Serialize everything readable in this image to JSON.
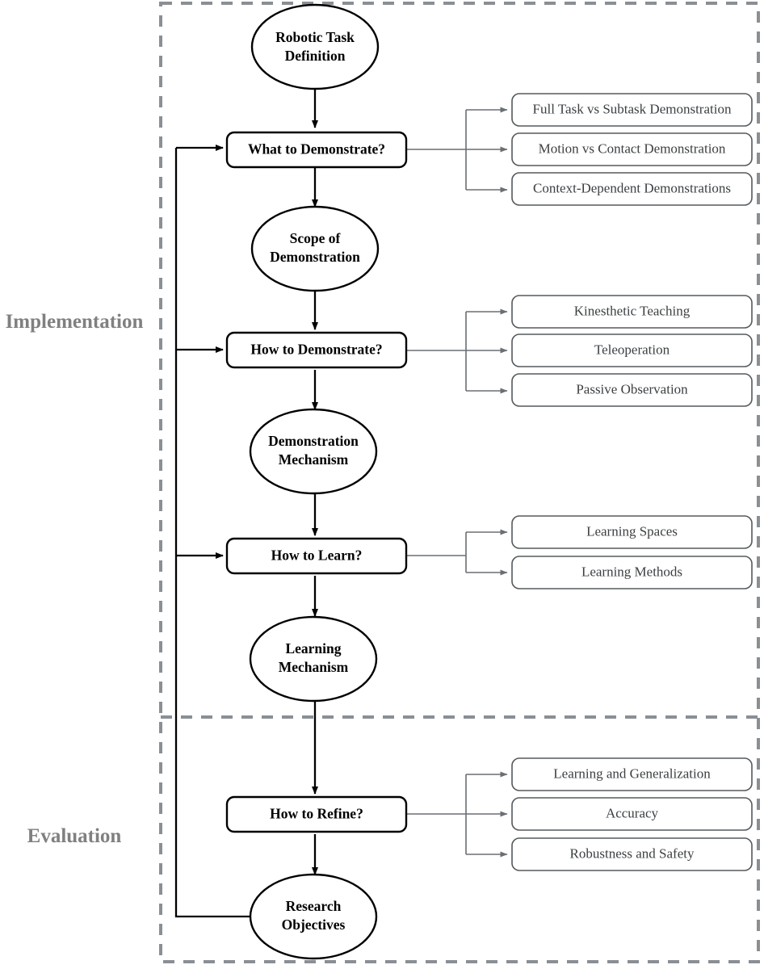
{
  "figure": {
    "type": "flowchart",
    "title": "",
    "phases": [
      {
        "id": "implementation",
        "label": "Implementation"
      },
      {
        "id": "evaluation",
        "label": "Evaluation"
      }
    ],
    "stages": [
      {
        "id": "robotic-task-definition",
        "shape": "ellipse",
        "lines": [
          "Robotic Task",
          "Definition"
        ],
        "phase": "implementation"
      },
      {
        "id": "what-to-demonstrate",
        "shape": "decision",
        "lines": [
          "What to Demonstrate?"
        ],
        "phase": "implementation",
        "options": [
          "Full Task vs Subtask Demonstration",
          "Motion vs Contact Demonstration",
          "Context-Dependent Demonstrations"
        ]
      },
      {
        "id": "scope-of-demonstration",
        "shape": "ellipse",
        "lines": [
          "Scope of",
          "Demonstration"
        ],
        "phase": "implementation"
      },
      {
        "id": "how-to-demonstrate",
        "shape": "decision",
        "lines": [
          "How to Demonstrate?"
        ],
        "phase": "implementation",
        "options": [
          "Kinesthetic Teaching",
          "Teleoperation",
          "Passive Observation"
        ]
      },
      {
        "id": "demonstration-mechanism",
        "shape": "ellipse",
        "lines": [
          "Demonstration",
          "Mechanism"
        ],
        "phase": "implementation"
      },
      {
        "id": "how-to-learn",
        "shape": "decision",
        "lines": [
          "How to Learn?"
        ],
        "phase": "implementation",
        "options": [
          "Learning Spaces",
          "Learning Methods"
        ]
      },
      {
        "id": "learning-mechanism",
        "shape": "ellipse",
        "lines": [
          "Learning",
          "Mechanism"
        ],
        "phase": "implementation"
      },
      {
        "id": "how-to-refine",
        "shape": "decision",
        "lines": [
          "How to Refine?"
        ],
        "phase": "evaluation",
        "options": [
          "Learning and Generalization",
          "Accuracy",
          "Robustness and Safety"
        ]
      },
      {
        "id": "research-objectives",
        "shape": "ellipse",
        "lines": [
          "Research",
          "Objectives"
        ],
        "phase": "evaluation"
      }
    ],
    "nodes": {
      "n1_l1": "Robotic Task",
      "n1_l2": "Definition",
      "n2": "What to Demonstrate?",
      "n3_l1": "Scope of",
      "n3_l2": "Demonstration",
      "n4": "How to Demonstrate?",
      "n5_l1": "Demonstration",
      "n5_l2": "Mechanism",
      "n6": "How to Learn?",
      "n7_l1": "Learning",
      "n7_l2": "Mechanism",
      "n8": "How to Refine?",
      "n9_l1": "Research",
      "n9_l2": "Objectives"
    },
    "leaves": {
      "a1": "Full Task vs Subtask Demonstration",
      "a2": "Motion vs Contact Demonstration",
      "a3": "Context-Dependent Demonstrations",
      "b1": "Kinesthetic Teaching",
      "b2": "Teleoperation",
      "b3": "Passive Observation",
      "c1": "Learning Spaces",
      "c2": "Learning Methods",
      "d1": "Learning and Generalization",
      "d2": "Accuracy",
      "d3": "Robustness and Safety"
    },
    "phase_labels": {
      "implementation": "Implementation",
      "evaluation": "Evaluation"
    },
    "colors": {
      "main_stroke": "#000000",
      "branch_stroke": "#6a6f73",
      "leaf_stroke": "#555a5e",
      "boundary_stroke": "#8a8f94",
      "phase_label": "#808080",
      "leaf_text": "#3b3f42",
      "background": "#ffffff"
    },
    "feedback_edge": {
      "from": "research-objectives",
      "to": [
        "what-to-demonstrate",
        "how-to-demonstrate",
        "how-to-learn"
      ],
      "style": "solid-black"
    }
  }
}
